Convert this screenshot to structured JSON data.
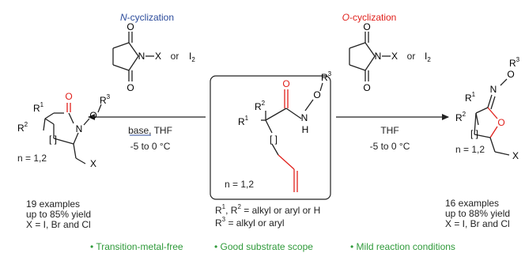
{
  "titles": {
    "left": {
      "italic": "N",
      "rest": "-cyclization"
    },
    "right": {
      "italic": "O",
      "rest": "-cyclization"
    }
  },
  "colors": {
    "n_title": "#2b4b9b",
    "o_title": "#e0201b",
    "bullets": "#2f9a3a",
    "carbonyl": "#e0201b",
    "left_conditions": "#2b4b9b",
    "alkene": "#e0201b",
    "ink": "#222222"
  },
  "reagents": {
    "left": {
      "x_label": "X",
      "or": "or",
      "i2": "I",
      "i2_sub": "2"
    },
    "right": {
      "x_label": "X",
      "or": "or",
      "i2": "I",
      "i2_sub": "2"
    }
  },
  "conditions": {
    "left": {
      "line1": "base, THF",
      "line2": "-5 to 0 °C"
    },
    "right": {
      "line1": "THF",
      "line2": "-5 to 0 °C"
    }
  },
  "atoms": {
    "r1": "R",
    "r1_sup": "1",
    "r2": "R",
    "r2_sup": "2",
    "r3": "R",
    "r3_sup": "3",
    "o": "O",
    "n": "N",
    "h": "H",
    "x": "X",
    "bracket": "[ ]"
  },
  "n_range": "n = 1,2",
  "substituents": {
    "line1": {
      "r1": "R",
      "r1_sup": "1",
      "sep": ", ",
      "r2": "R",
      "r2_sup": "2",
      "rest": " = alkyl or aryl or H"
    },
    "line2": {
      "r3": "R",
      "r3_sup": "3",
      "rest": " = alkyl or aryl"
    }
  },
  "results": {
    "left": [
      "19 examples",
      "up to 85% yield",
      "X = I, Br and Cl"
    ],
    "right": [
      "16 examples",
      "up to 88% yield",
      "X = I, Br and Cl"
    ]
  },
  "bullets": [
    "• Transition-metal-free",
    "• Good substrate scope",
    "• Mild reaction conditions"
  ]
}
